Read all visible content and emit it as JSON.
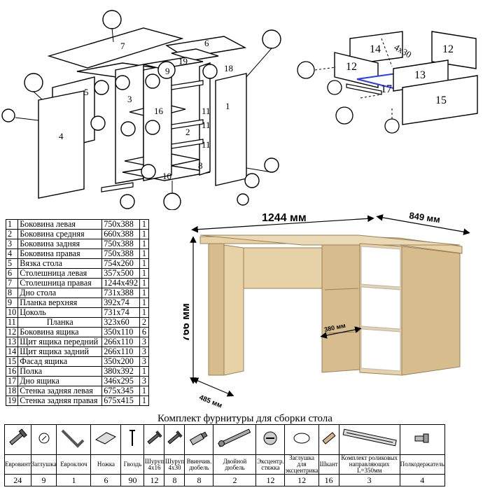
{
  "exploded_labels": {
    "p1": "1",
    "p2": "2",
    "p3": "3",
    "p4": "4",
    "p5": "5",
    "p6": "6",
    "p7": "7",
    "p8": "8",
    "p9": "9",
    "p10": "10",
    "p11a": "11",
    "p11b": "11",
    "p11c": "11",
    "p16": "16",
    "p18": "18",
    "p19": "19"
  },
  "drawer_labels": {
    "p14": "14",
    "p12a": "12",
    "p12b": "12",
    "p13": "13",
    "p15": "15",
    "p17": "17",
    "screw_size": "4x30"
  },
  "dimensions": {
    "width": "1244 мм",
    "depth_top": "849 мм",
    "height": "766 мм",
    "depth_bottom": "485 мм",
    "shelf": "380 мм"
  },
  "parts": [
    {
      "n": "1",
      "name": "Боковина левая",
      "size": "750x388",
      "qty": "1"
    },
    {
      "n": "2",
      "name": "Боковина средняя",
      "size": "660x388",
      "qty": "1"
    },
    {
      "n": "3",
      "name": "Боковина задняя",
      "size": "750x388",
      "qty": "1"
    },
    {
      "n": "4",
      "name": "Боковина правая",
      "size": "750x388",
      "qty": "1"
    },
    {
      "n": "5",
      "name": "Вязка стола",
      "size": "754x260",
      "qty": "1"
    },
    {
      "n": "6",
      "name": "Столешница левая",
      "size": "357x500",
      "qty": "1"
    },
    {
      "n": "7",
      "name": "Столешница правая",
      "size": "1244x492",
      "qty": "1"
    },
    {
      "n": "8",
      "name": "Дно стола",
      "size": "731x388",
      "qty": "1"
    },
    {
      "n": "9",
      "name": "Планка верхняя",
      "size": "392x74",
      "qty": "1"
    },
    {
      "n": "10",
      "name": "Цоколь",
      "size": "731x74",
      "qty": "1"
    },
    {
      "n": "11",
      "name": "Планка",
      "size": "323x60",
      "qty": "2"
    },
    {
      "n": "12",
      "name": "Боковина ящика",
      "size": "350x110",
      "qty": "6"
    },
    {
      "n": "13",
      "name": "Щит ящика передний",
      "size": "266x110",
      "qty": "3"
    },
    {
      "n": "14",
      "name": "Щит ящика задний",
      "size": "266x110",
      "qty": "3"
    },
    {
      "n": "15",
      "name": "Фасад ящика",
      "size": "350x200",
      "qty": "3"
    },
    {
      "n": "16",
      "name": "Полка",
      "size": "380x392",
      "qty": "1"
    },
    {
      "n": "17",
      "name": "Дно ящика",
      "size": "346x295",
      "qty": "3"
    },
    {
      "n": "18",
      "name": "Стенка задняя левая",
      "size": "675x345",
      "qty": "1"
    },
    {
      "n": "19",
      "name": "Стенка задняя правая",
      "size": "675x415",
      "qty": "1"
    }
  ],
  "hardware_title": "Комплект фурнитуры для сборки стола",
  "hardware": [
    {
      "name": "Евровинт",
      "qty": "24",
      "icon": "eurobolt-icon"
    },
    {
      "name": "Заглушка",
      "qty": "9",
      "icon": "cap-icon"
    },
    {
      "name": "Евроключ",
      "qty": "1",
      "icon": "hex-key-icon"
    },
    {
      "name": "Ножка",
      "qty": "6",
      "icon": "foot-icon"
    },
    {
      "name": "Гвоздь",
      "qty": "90",
      "icon": "nail-icon"
    },
    {
      "name": "Шуруп 4x16",
      "qty": "12",
      "icon": "screw-icon"
    },
    {
      "name": "Шуруп 4x30",
      "qty": "8",
      "icon": "screw-icon"
    },
    {
      "name": "Ввинчив. дюбель",
      "qty": "8",
      "icon": "dowel-icon"
    },
    {
      "name": "Двойной дюбель",
      "qty": "2",
      "icon": "double-dowel-icon"
    },
    {
      "name": "Эксцентр. стяжка",
      "qty": "12",
      "icon": "cam-lock-icon"
    },
    {
      "name": "Заглушка для эксцентрика",
      "qty": "12",
      "icon": "cam-cap-icon"
    },
    {
      "name": "Шкант",
      "qty": "16",
      "icon": "wood-dowel-icon"
    },
    {
      "name": "Комплект роликовых направляющих L=350мм",
      "qty": "3",
      "icon": "drawer-slide-icon"
    },
    {
      "name": "Полкодержатель",
      "qty": "4",
      "icon": "shelf-support-icon"
    }
  ]
}
